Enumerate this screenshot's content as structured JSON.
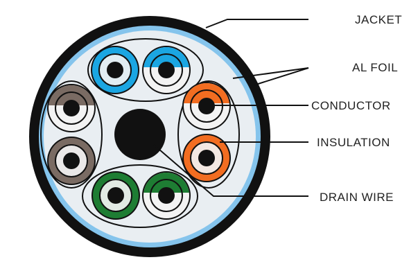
{
  "diagram": {
    "labels": {
      "jacket": "JACKET",
      "al_foil": "AL FOIL",
      "conductor": "CONDUCTOR",
      "insulation": "INSULATION",
      "drain_wire": "DRAIN WIRE"
    },
    "pairs": [
      {
        "name": "blue-pair",
        "solid_color": "#1ba6e2",
        "stripe_color": "#1ba6e2"
      },
      {
        "name": "brown-pair",
        "solid_color": "#7a6b63",
        "stripe_color": "#7a6b63"
      },
      {
        "name": "orange-pair",
        "solid_color": "#f26d21",
        "stripe_color": "#f26d21"
      },
      {
        "name": "green-pair",
        "solid_color": "#1e7d33",
        "stripe_color": "#1e7d33"
      }
    ],
    "colors": {
      "jacket": "#111111",
      "foil": "#85c4ec",
      "filler": "#e9eef2",
      "conductor": "#111111",
      "insulation_white": "#f3f3f3",
      "leader_line": "#111111"
    }
  }
}
